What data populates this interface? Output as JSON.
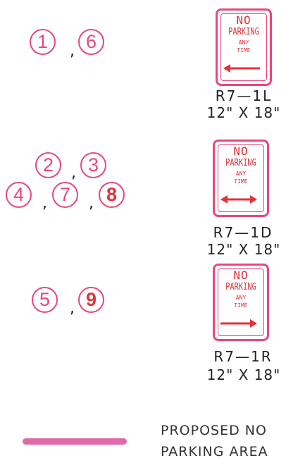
{
  "groups": [
    {
      "circles": [
        "1",
        "6"
      ],
      "sign": {
        "line1": "NO",
        "line2": "PARKING",
        "line3": "ANY",
        "line4": "TIME",
        "arrow": "left",
        "code": "R7—1L",
        "size": "12\"  X  18\""
      }
    },
    {
      "circles": [
        "2",
        "3",
        "4",
        "7",
        "8"
      ],
      "sign": {
        "line1": "NO",
        "line2": "PARKING",
        "line3": "ANY",
        "line4": "TIME",
        "arrow": "double",
        "code": "R7—1D",
        "size": "12\"  X  18\""
      }
    },
    {
      "circles": [
        "5",
        "9"
      ],
      "sign": {
        "line1": "NO",
        "line2": "PARKING",
        "line3": "ANY",
        "line4": "TIME",
        "arrow": "right",
        "code": "R7—1R",
        "size": "12\"  X  18\""
      }
    }
  ],
  "comma": ",",
  "legend": {
    "line1": "PROPOSED NO",
    "line2": "PARKING AREA",
    "color": "#e06aa8"
  },
  "colors": {
    "sign_red": "#e0323a",
    "circle_pink": "#e8487a"
  }
}
